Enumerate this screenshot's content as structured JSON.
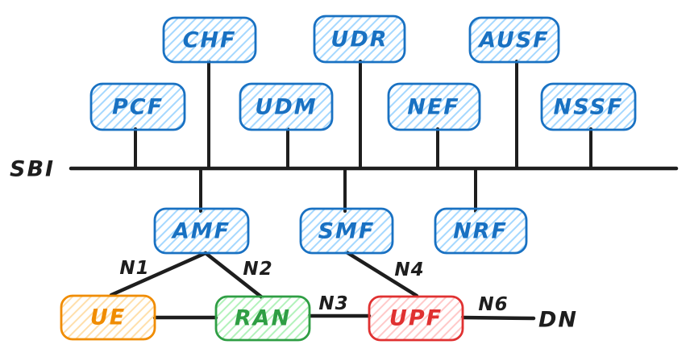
{
  "diagram_type": "5g-core-service-based-architecture",
  "colors": {
    "nf_blue": "#1971c2",
    "nf_blue_hatch": "#a5d8ff",
    "ue_orange": "#f08c00",
    "ue_orange_hatch": "#ffdfab",
    "ran_green": "#2f9e44",
    "ran_green_hatch": "#b2f2bb",
    "upf_red": "#e03131",
    "upf_red_hatch": "#ffc9c9",
    "line_black": "#1e1e1e",
    "background": "#ffffff"
  },
  "bus": {
    "label": "SBI"
  },
  "nodes": {
    "chf": {
      "label": "CHF"
    },
    "udr": {
      "label": "UDR"
    },
    "ausf": {
      "label": "AUSF"
    },
    "pcf": {
      "label": "PCF"
    },
    "udm": {
      "label": "UDM"
    },
    "nef": {
      "label": "NEF"
    },
    "nssf": {
      "label": "NSSF"
    },
    "amf": {
      "label": "AMF"
    },
    "smf": {
      "label": "SMF"
    },
    "nrf": {
      "label": "NRF"
    },
    "ue": {
      "label": "UE"
    },
    "ran": {
      "label": "RAN"
    },
    "upf": {
      "label": "UPF"
    }
  },
  "dn": {
    "label": "DN"
  },
  "interfaces": {
    "n1": "N1",
    "n2": "N2",
    "n3": "N3",
    "n4": "N4",
    "n6": "N6"
  },
  "edges": [
    {
      "from": "PCF",
      "to": "SBI",
      "label": ""
    },
    {
      "from": "CHF",
      "to": "SBI",
      "label": ""
    },
    {
      "from": "UDM",
      "to": "SBI",
      "label": ""
    },
    {
      "from": "UDR",
      "to": "SBI",
      "label": ""
    },
    {
      "from": "NEF",
      "to": "SBI",
      "label": ""
    },
    {
      "from": "AUSF",
      "to": "SBI",
      "label": ""
    },
    {
      "from": "NSSF",
      "to": "SBI",
      "label": ""
    },
    {
      "from": "AMF",
      "to": "SBI",
      "label": ""
    },
    {
      "from": "SMF",
      "to": "SBI",
      "label": ""
    },
    {
      "from": "NRF",
      "to": "SBI",
      "label": ""
    },
    {
      "from": "UE",
      "to": "AMF",
      "label": "N1"
    },
    {
      "from": "RAN",
      "to": "AMF",
      "label": "N2"
    },
    {
      "from": "UE",
      "to": "RAN",
      "label": ""
    },
    {
      "from": "RAN",
      "to": "UPF",
      "label": "N3"
    },
    {
      "from": "SMF",
      "to": "UPF",
      "label": "N4"
    },
    {
      "from": "UPF",
      "to": "DN",
      "label": "N6"
    }
  ]
}
